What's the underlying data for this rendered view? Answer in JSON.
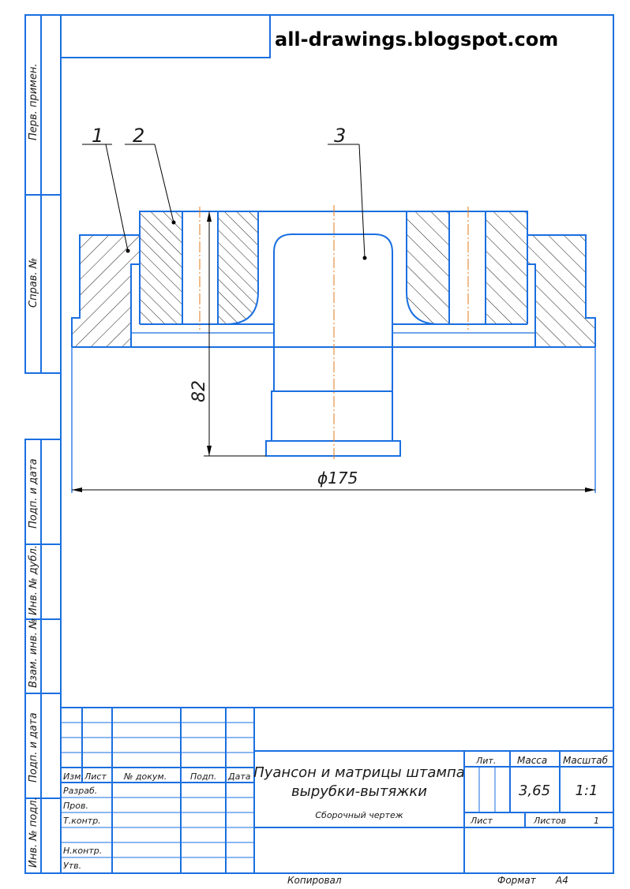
{
  "site_title": "all-drawings.blogspot.com",
  "side_labels": {
    "perv_primen": "Перв. примен.",
    "sprav_no": "Справ. №",
    "podp_data_1": "Подп. и дата",
    "inv_dubl": "Инв. № дубл.",
    "vzam_inv": "Взам. инв. №",
    "podp_data_2": "Подп. и дата",
    "inv_podl": "Инв. № подл."
  },
  "callouts": [
    "1",
    "2",
    "3"
  ],
  "dimensions": {
    "height": "82",
    "diameter": "ϕ175"
  },
  "title_block": {
    "headers": [
      "Изм.",
      "Лист",
      "№ докум.",
      "Подп.",
      "Дата"
    ],
    "rows": [
      "Разраб.",
      "Пров.",
      "Т.контр.",
      "",
      "Н.контр.",
      "Утв."
    ],
    "title_line1": "Пуансон и матрицы штампа",
    "title_line2": "вырубки-вытяжки",
    "subtitle": "Сборочный чертеж",
    "lit_label": "Лит.",
    "mass_label": "Масса",
    "scale_label": "Масштаб",
    "mass_value": "3,65",
    "scale_value": "1:1",
    "sheet_label": "Лист",
    "sheets_label": "Листов",
    "sheets_value": "1"
  },
  "footer": {
    "copied": "Копировал",
    "format_label": "Формат",
    "format_value": "А4"
  },
  "colors": {
    "line": "#1a6fe0",
    "axis": "#e07a1a",
    "leader": "#000000"
  }
}
